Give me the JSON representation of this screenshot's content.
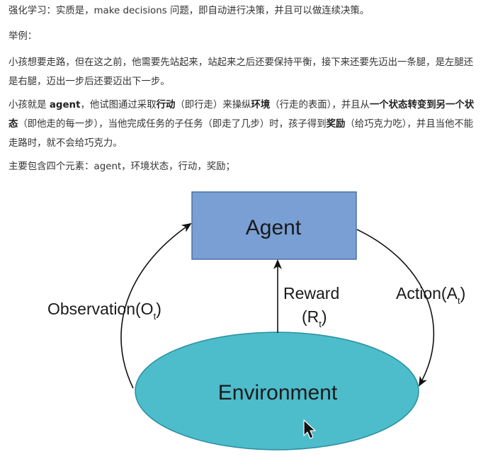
{
  "document": {
    "paragraphs": {
      "intro": "强化学习：实质是，make decisions 问题，即自动进行决策，并且可以做连续决策。",
      "example_heading": "举例：",
      "example_text": "小孩想要走路，但在这之前，他需要先站起来，站起来之后还要保持平衡，接下来还要先迈出一条腿，是左腿还是右腿，迈出一步后还要迈出下一步。",
      "agent_parts": [
        {
          "text": "小孩就是 ",
          "bold": false
        },
        {
          "text": "agent",
          "bold": true
        },
        {
          "text": "，他试图通过采取",
          "bold": false
        },
        {
          "text": "行动",
          "bold": true
        },
        {
          "text": "（即行走）来操纵",
          "bold": false
        },
        {
          "text": "环境",
          "bold": true
        },
        {
          "text": "（行走的表面），并且从",
          "bold": false
        },
        {
          "text": "一个状态转变到另一个状态",
          "bold": true
        },
        {
          "text": "（即他走的每一步），当他完成任务的子任务（即走了几步）时，孩子得到",
          "bold": false
        },
        {
          "text": "奖励",
          "bold": true
        },
        {
          "text": "（给巧克力吃），并且当他不能走路时，就不会给巧克力。",
          "bold": false
        }
      ],
      "elements": "主要包含四个元素：agent，环境状态，行动，奖励；"
    }
  },
  "diagram": {
    "agent_label": "Agent",
    "environment_label": "Environment",
    "observation_label": "Observation(O",
    "observation_sub": "t",
    "observation_close": ")",
    "reward_label": "Reward",
    "reward_symbol": "(R",
    "reward_sub": "t",
    "reward_close": ")",
    "action_label": "Action(A",
    "action_sub": "t",
    "action_close": ")",
    "colors": {
      "agent_fill": "#7a9fd4",
      "agent_stroke": "#4a70a8",
      "environment_fill": "#4dbccb",
      "environment_stroke": "#2a8fa0",
      "arrow": "#111111"
    },
    "icons": {
      "cursor": "mouse-pointer-icon"
    }
  }
}
